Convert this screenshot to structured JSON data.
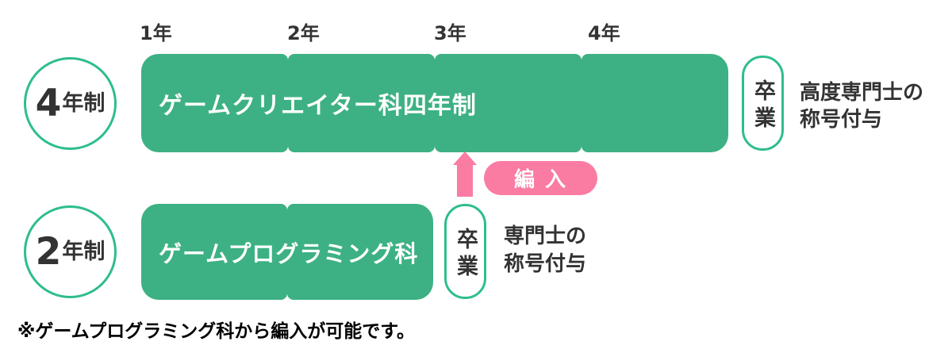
{
  "row4": {
    "badge_number": "4",
    "badge_suffix": "年制",
    "year_labels": [
      "1年",
      "2年",
      "3年",
      "4年"
    ],
    "bar_label": "ゲームクリエイター科四年制",
    "grad_label": "卒業",
    "outcome1": "高度専門士の",
    "outcome2": "称号付与"
  },
  "row2": {
    "badge_number": "2",
    "badge_suffix": "年制",
    "bar_label": "ゲームプログラミング科",
    "grad_label": "卒業",
    "outcome1": "専門士の",
    "outcome2": "称号付与"
  },
  "transfer": {
    "label": "編 入"
  },
  "note": {
    "text": "※ゲームプログラミング科から編入が可能です。"
  },
  "colors": {
    "bar_green": "#3DB183",
    "border_green": "#2EBE8B",
    "accent_pink": "#FA7CA3",
    "text_dark": "#333333"
  }
}
